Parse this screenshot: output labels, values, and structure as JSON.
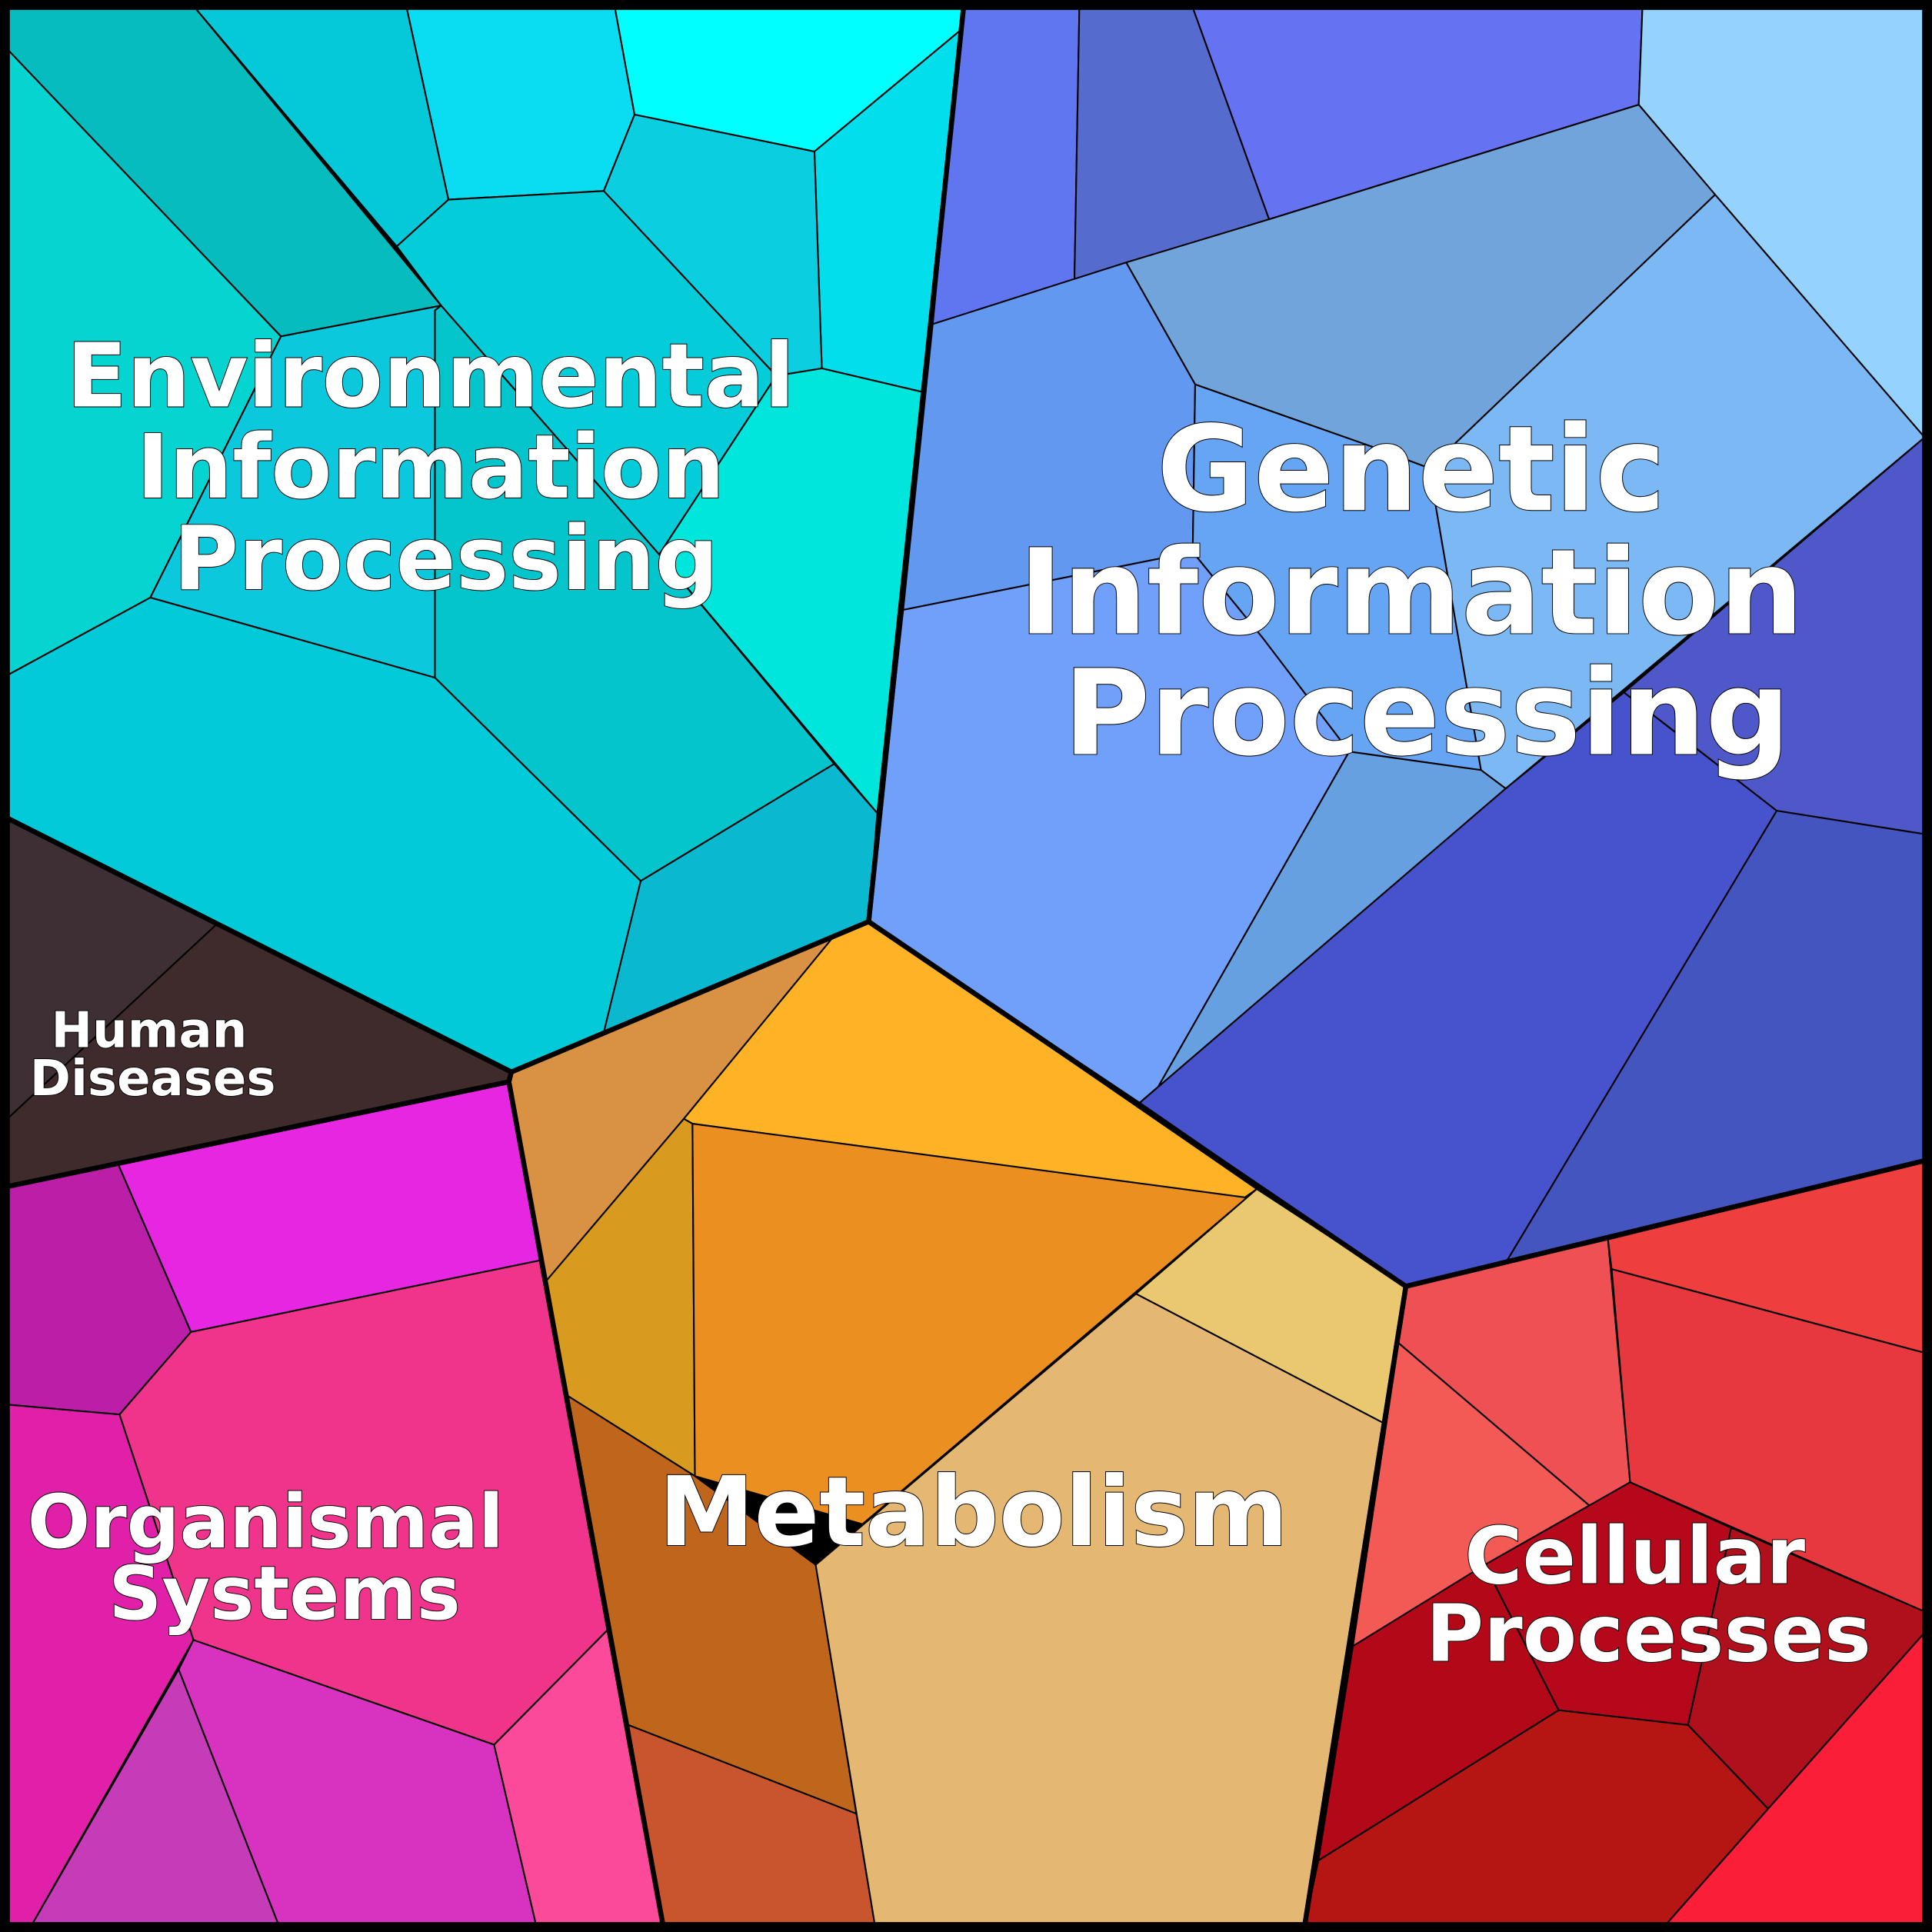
{
  "diagram": {
    "type": "voronoi-treemap",
    "categories": [
      {
        "id": "environmental",
        "lines": [
          "Environmental",
          "Information",
          "Processing"
        ],
        "color": "#05c8d8"
      },
      {
        "id": "genetic",
        "lines": [
          "Genetic",
          "Information",
          "Processing"
        ],
        "color": "#6a8cf0"
      },
      {
        "id": "human-diseases",
        "lines": [
          "Human",
          "Diseases"
        ],
        "color": "#3f2b2b"
      },
      {
        "id": "organismal",
        "lines": [
          "Organismal",
          "Systems"
        ],
        "color": "#e030a0"
      },
      {
        "id": "metabolism",
        "lines": [
          "Metabolism"
        ],
        "color": "#e4a040"
      },
      {
        "id": "cellular",
        "lines": [
          "Cellular",
          "Processes"
        ],
        "color": "#d02030"
      }
    ]
  }
}
